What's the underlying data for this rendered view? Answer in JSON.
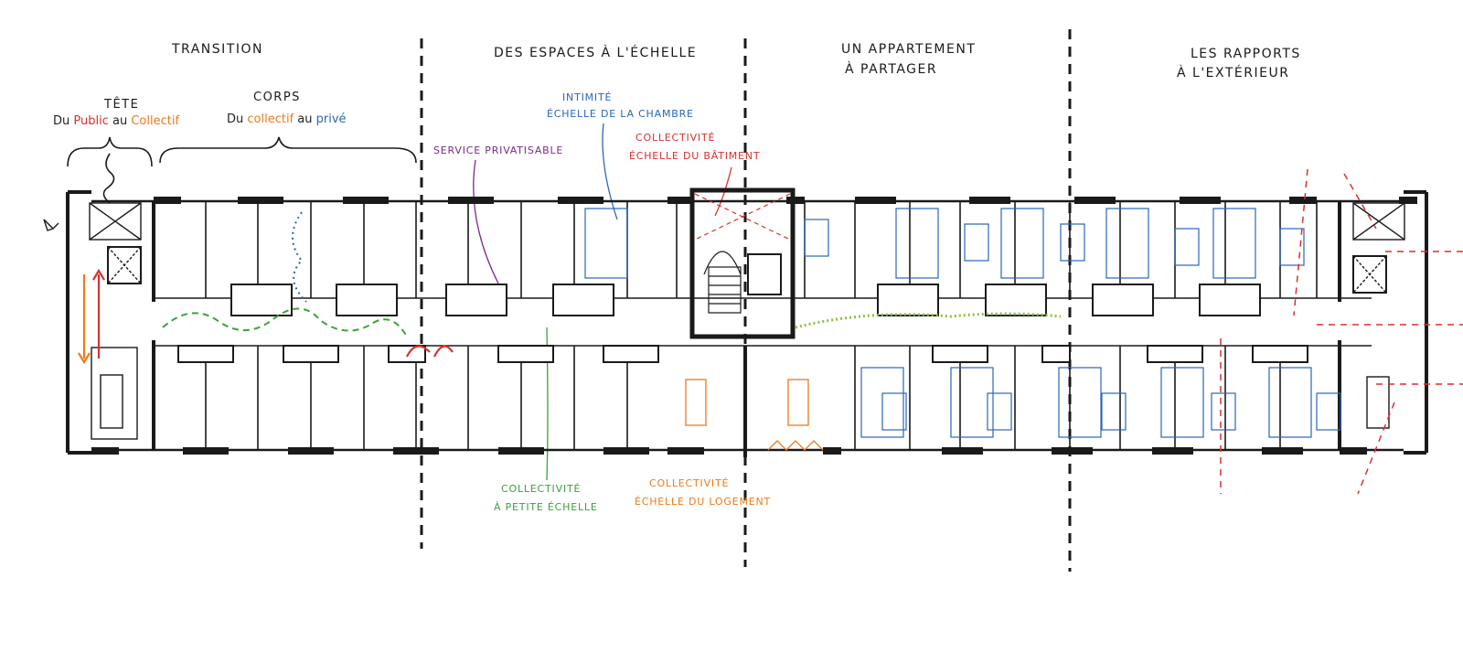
{
  "sections": [
    {
      "lines": [
        "TRANSITION"
      ]
    },
    {
      "lines": [
        "DES ESPACES À L'ÉCHELLE"
      ]
    },
    {
      "lines": [
        "UN APPARTEMENT",
        "À PARTAGER"
      ]
    },
    {
      "lines": [
        "LES RAPPORTS",
        "À L'EXTÉRIEUR"
      ]
    }
  ],
  "tete": {
    "title": "TÊTE",
    "sub": [
      {
        "text": "Du ",
        "color": "#222222"
      },
      {
        "text": "Public",
        "color": "#d8312f"
      },
      {
        "text": " au ",
        "color": "#222222"
      },
      {
        "text": "Collectif",
        "color": "#ec7a1c"
      }
    ]
  },
  "corps": {
    "title": "CORPS",
    "sub": [
      {
        "text": "Du ",
        "color": "#222222"
      },
      {
        "text": "collectif",
        "color": "#ec7a1c"
      },
      {
        "text": " au ",
        "color": "#222222"
      },
      {
        "text": "privé",
        "color": "#2a66b8"
      }
    ]
  },
  "annotations": [
    {
      "id": "service",
      "lines": [
        "SERVICE PRIVATISABLE"
      ],
      "color": "#7a2a8a"
    },
    {
      "id": "intimite",
      "lines": [
        "INTIMITÉ",
        "ÉCHELLE DE LA CHAMBRE"
      ],
      "color": "#2a66b8"
    },
    {
      "id": "coll-batiment",
      "lines": [
        "COLLECTIVITÉ",
        "ÉCHELLE DU BÂTIMENT"
      ],
      "color": "#d8312f"
    },
    {
      "id": "coll-petite",
      "lines": [
        "COLLECTIVITÉ",
        "À PETITE ÉCHELLE"
      ],
      "color": "#3aa23a"
    },
    {
      "id": "coll-logement",
      "lines": [
        "COLLECTIVITÉ",
        "ÉCHELLE DU LOGEMENT"
      ],
      "color": "#ec7a1c"
    }
  ],
  "colors": {
    "ink": "#1a1a1a",
    "public": "#d8312f",
    "collectif": "#ec7a1c",
    "prive": "#2a66b8",
    "petite": "#3aa23a",
    "service": "#7a2a8a"
  }
}
